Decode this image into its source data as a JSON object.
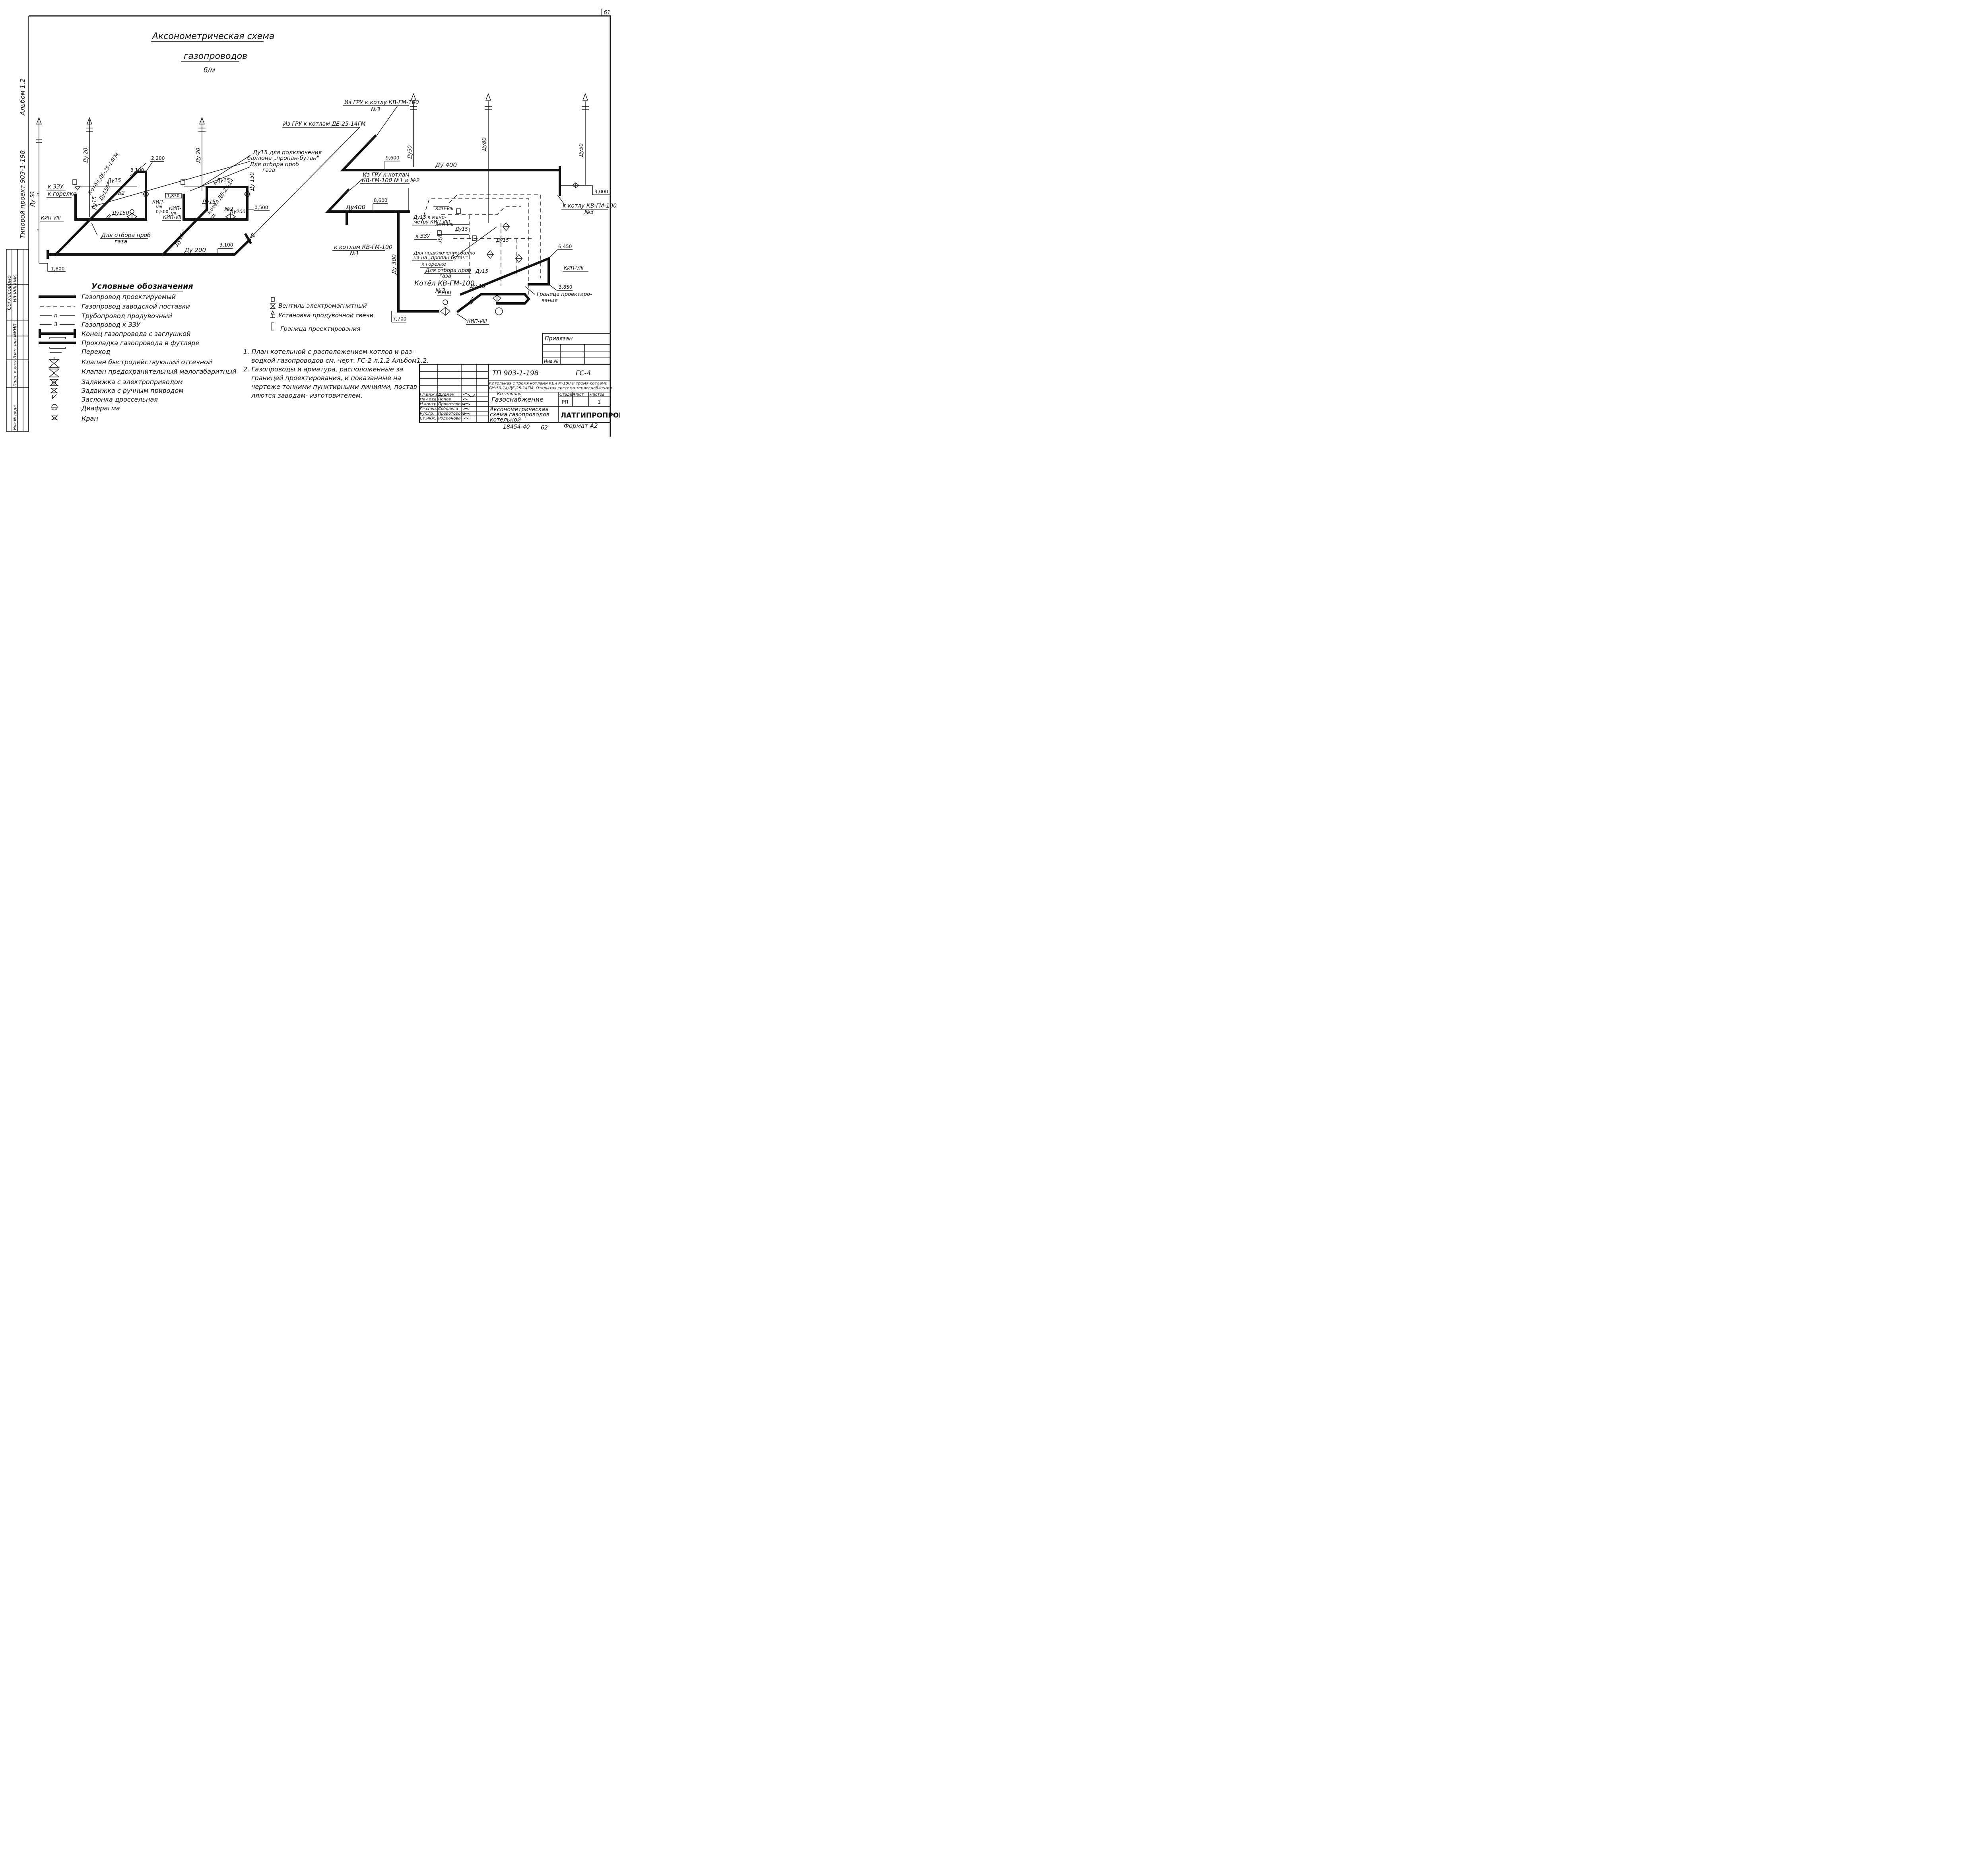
{
  "page_number": "61",
  "binder": {
    "project": "Типовой проект 903-1-198",
    "album": "Альбом 1.2",
    "agreed": "Согласовано",
    "head": "Начальник",
    "kip": "КИП",
    "replaced": "Взам. инв.№",
    "sign_date": "Подп. и дата",
    "inv_orig": "Инв.№ подл."
  },
  "title": {
    "line1": "Аксонометрическая схема",
    "line2": "газопроводов",
    "scale": "б/м"
  },
  "left_group": {
    "from_gru": "Из ГРУ к котлам ДЕ-25-14ГМ",
    "connect_line1": "Ду15 для подключения",
    "connect_line2": "баллона „пропан-бутан\"",
    "sample_line1": "Для отбора проб",
    "sample_line2": "газа",
    "sample2_line1": "Для отбора проб",
    "sample2_line2": "газа",
    "to_zzu": "к ЗЗУ",
    "to_burner": "к горелке",
    "kip8": "КИП-VIII",
    "kip_a": "КИП-",
    "kip_b": "КИП-",
    "kip_c": "КИП-VII",
    "kip8_sub": "VIII",
    "kip7_sub": "VII",
    "boiler1": "Котёл ДЕ-25-14ГМ",
    "boiler1_no": "№2",
    "boiler2": "Котёл ДЕ-25-14",
    "boiler2_no": "№2",
    "du50": "Ду 50",
    "du20a": "Ду 20",
    "du20b": "Ду 20",
    "du15a": "Ду15",
    "du15b": "Ду15",
    "du15c": "Ду15",
    "du15d": "Ду15",
    "du150a": "Ду150",
    "du150b": "Ду150",
    "du150c": "Ду 150",
    "du150d": "Ду150",
    "du200": "Ду 200",
    "du200b": "Ду200",
    "p": "п",
    "z": "З",
    "el_1800": "1,800",
    "el_3100a": "3,100",
    "el_2200": "2,200",
    "el_1830": "1,830",
    "el_0500a": "0,500",
    "el_0500b": "0,500",
    "el_3100b": "3,100"
  },
  "right_group": {
    "from_gru_3": "Из ГРУ к котлу КВ-ГМ-100",
    "no3": "№3",
    "from_gru_12": "Из ГРУ к котлам",
    "kv12": "КВ-ГМ-100 №1 и №2",
    "to_kv1": "к котлам КВ-ГМ-100",
    "no1": "№1",
    "to_kv3": "к котлу КВ-ГМ-100",
    "no3b": "№3",
    "boiler": "Котёл КВ-ГМ-100",
    "boiler_no": "№2",
    "du50a": "Ду50",
    "du80": "Ду80",
    "du50b": "Ду50",
    "du400a": "Ду 400",
    "du400b": "Ду400",
    "du300": "Ду 300",
    "du15a": "Ду15",
    "du15b": "Ду15",
    "du15c": "Ду15",
    "du15d": "Ду15",
    "du15e": "Ду 15",
    "manometer1": "Ду15 к мано-",
    "manometer2": "метру КИП-VIII",
    "to_zzu": "к ЗЗУ",
    "propane1": "Для подключения балло-",
    "propane2": "на на „пропан-бутан\"",
    "to_burner": "к горелке",
    "sample1": "Для отбора проб",
    "sample2": "газа",
    "kip8a": "КИП-VIII",
    "kip8b": "КИП-VIII",
    "kip8c": "КИП-VIII",
    "kip8d": "КИП-VIII",
    "border1": "Граница проектиро-",
    "border2": "вания",
    "el_9600": "9,600",
    "el_9000": "9,000",
    "el_8600": "8,600",
    "el_7700": "7,700",
    "el_7200": "7,200",
    "el_6450": "6,450",
    "el_3850": "3,850"
  },
  "legend": {
    "title": "Условные обозначения",
    "items": [
      "Газопровод проектируемый",
      "Газопровод заводской поставки",
      "Трубопровод продувочный",
      "Газопровод к ЗЗУ",
      "Конец газопровода с заглушкой",
      "Прокладка газопровода в футляре",
      "Переход",
      "Клапан быстродействующий отсечной",
      "Клапан предохранительный малогабаритный",
      "Задвижка с электроприводом",
      "Задвижка с ручным приводом",
      "Заслонка дроссельная",
      "Диафрагма",
      "Кран"
    ],
    "p": "п",
    "z": "З",
    "extra": [
      "Вентиль электромагнитный",
      "Установка продувочной свечи",
      "Граница проектирования"
    ]
  },
  "notes": [
    "1. План котельной с расположением котлов и раз-",
    "водкой газопроводов см. черт. ГС-2 л.1.2 Альбом1.2.",
    "2. Газопроводы и арматура, расположенные за",
    "границей проектирования, и показанные на",
    "чертеже тонкими пунктирными линиями, постав-",
    "ляются заводам- изготовителем."
  ],
  "title_block": {
    "tied": "Привязан",
    "inv": "Инв.№",
    "designation": "ТП 903-1-198",
    "code": "ГС-4",
    "desc1": "Котельная с тремя котлами КВ-ГМ-100 и тремя котлами",
    "desc2": "ГМ-50-14/ДЕ-25-14ГМ. Открытая система теплоснабжения",
    "section1": "Котельная",
    "section2": "Газоснабжение",
    "stage_h": "Стадия",
    "sheet_h": "Лист",
    "sheets_h": "Листов",
    "stage": "РП",
    "sheet": "",
    "sheets": "1",
    "sheet_title1": "Аксонометрическая",
    "sheet_title2": "схема газопроводов",
    "sheet_title3": "котельной",
    "org": "ЛАТГИПРОПРОМ",
    "roles": [
      "Гл.инж.пр.",
      "Нач.отд.",
      "Н.контр.",
      "Гл.спец.",
      "Рук.гр.",
      "Ст.инж."
    ],
    "names": [
      "Дудман",
      "Попов",
      "Провоторова",
      "Соболева",
      "Провоторова",
      "Родионова"
    ],
    "archive": "18454-40",
    "archive_page": "62",
    "format": "Формат А2"
  }
}
